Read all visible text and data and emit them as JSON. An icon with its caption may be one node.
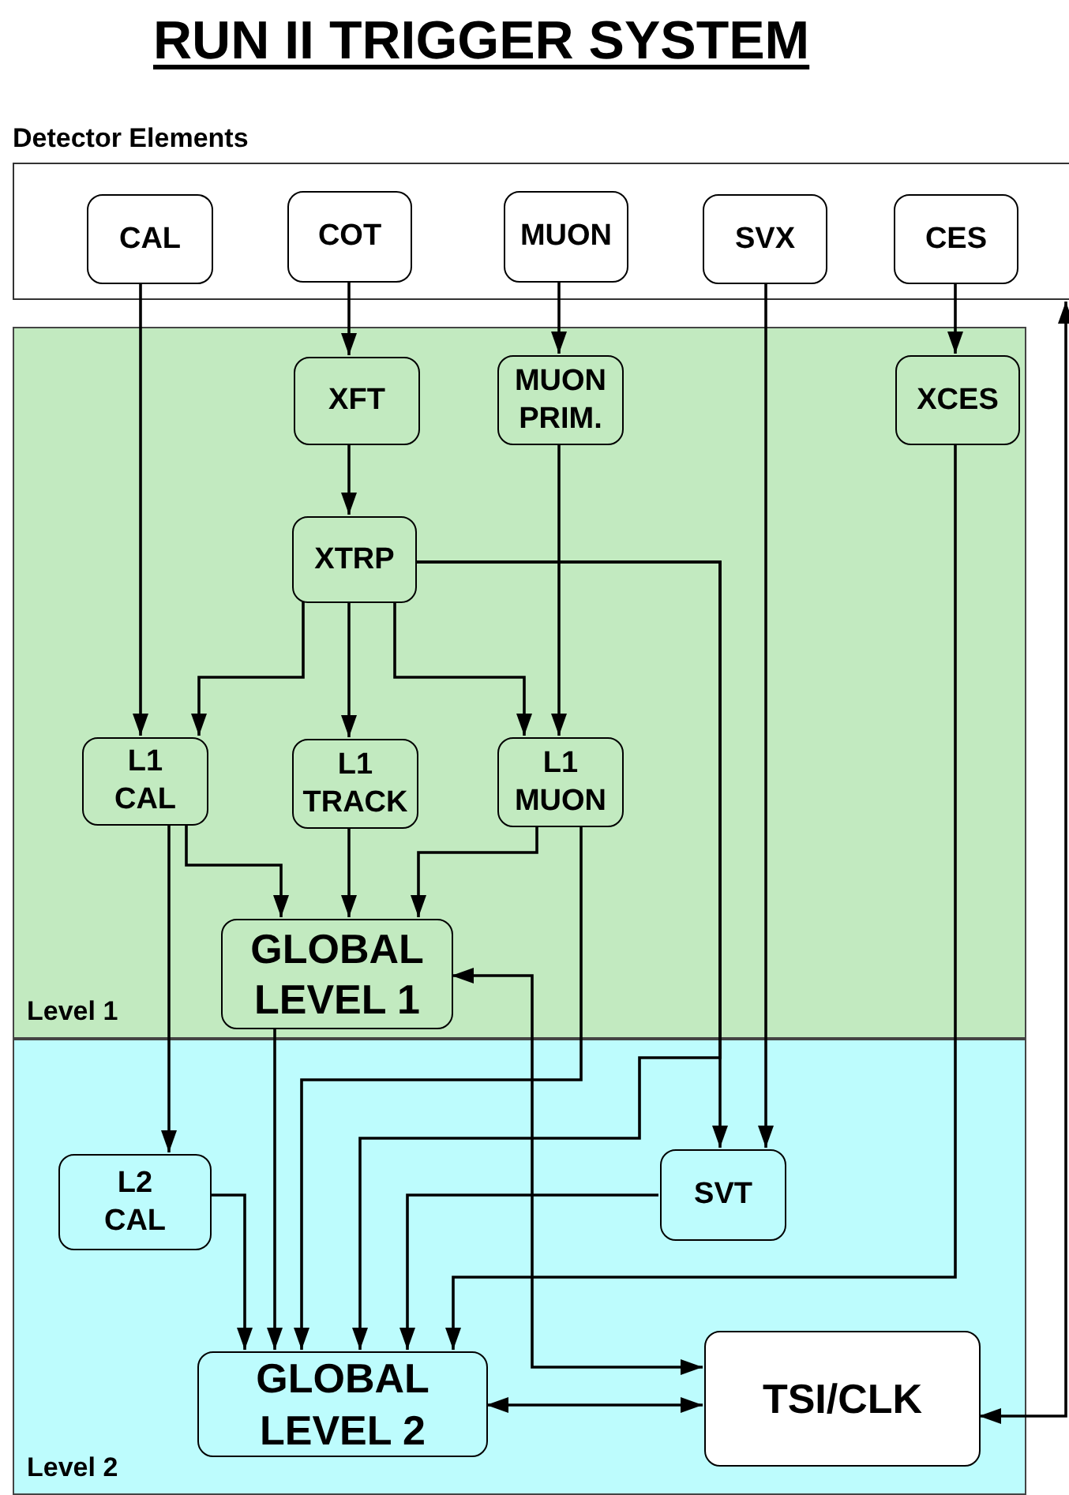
{
  "diagram": {
    "title": "RUN II TRIGGER SYSTEM",
    "nodes": [
      {
        "text": [
          "Detector Elements"
        ]
      },
      {
        "text": [
          "CAL"
        ],
        "in": 0
      },
      {
        "text": [
          "COT"
        ],
        "in": 0
      },
      {
        "text": [
          "MUON"
        ],
        "in": 0
      },
      {
        "text": [
          "SVX"
        ],
        "in": 0
      },
      {
        "text": [
          "CES"
        ],
        "in": 0
      },
      {
        "text": [
          "Level 1"
        ]
      },
      {
        "text": [
          "XFT"
        ],
        "in": 6
      },
      {
        "text": [
          "MUON PRIM."
        ],
        "in": 6
      },
      {
        "text": [
          "XCES"
        ],
        "in": 6
      },
      {
        "text": [
          "XTRP"
        ],
        "in": 6
      },
      {
        "text": [
          "L1 CAL"
        ],
        "in": 6
      },
      {
        "text": [
          "L1 TRACK"
        ],
        "in": 6
      },
      {
        "text": [
          "L1 MUON"
        ],
        "in": 6
      },
      {
        "text": [
          "GLOBAL LEVEL 1"
        ],
        "in": 6
      },
      {
        "text": [
          "Level 2"
        ]
      },
      {
        "text": [
          "L2 CAL"
        ],
        "in": 15
      },
      {
        "text": [
          "SVT"
        ],
        "in": 15
      },
      {
        "text": [
          "GLOBAL LEVEL 2"
        ],
        "in": 15
      },
      {
        "text": [
          "TSI/CLK"
        ],
        "in": 15
      }
    ],
    "edges": [
      {
        "from": 1,
        "to": 11,
        "arrow": "to"
      },
      {
        "from": 2,
        "to": 7,
        "arrow": "to"
      },
      {
        "from": 3,
        "to": 8,
        "arrow": "to"
      },
      {
        "from": 5,
        "to": 9,
        "arrow": "to"
      },
      {
        "from": 4,
        "to": 17,
        "arrow": "to"
      },
      {
        "from": 7,
        "to": 10,
        "arrow": "to"
      },
      {
        "from": 8,
        "to": 13,
        "arrow": "to"
      },
      {
        "from": 10,
        "to": 11,
        "arrow": "to"
      },
      {
        "from": 10,
        "to": 12,
        "arrow": "to"
      },
      {
        "from": 10,
        "to": 13,
        "arrow": "to"
      },
      {
        "from": 10,
        "to": 17,
        "arrow": "to"
      },
      {
        "from": 10,
        "to": 18,
        "arrow": "to"
      },
      {
        "from": 11,
        "to": 14,
        "arrow": "to"
      },
      {
        "from": 11,
        "to": 16,
        "arrow": "to"
      },
      {
        "from": 12,
        "to": 14,
        "arrow": "to"
      },
      {
        "from": 13,
        "to": 14,
        "arrow": "to"
      },
      {
        "from": 13,
        "to": 18,
        "arrow": "to"
      },
      {
        "from": 14,
        "to": 18,
        "arrow": "to"
      },
      {
        "from": 14,
        "to": 19,
        "arrow": "both"
      },
      {
        "from": 18,
        "to": 19,
        "arrow": "both"
      },
      {
        "from": 16,
        "to": 18,
        "arrow": "to"
      },
      {
        "from": 17,
        "to": 18,
        "arrow": "to"
      },
      {
        "from": 9,
        "to": 18,
        "arrow": "to"
      },
      {
        "from": 19,
        "to": 0,
        "arrow": "both"
      }
    ]
  }
}
